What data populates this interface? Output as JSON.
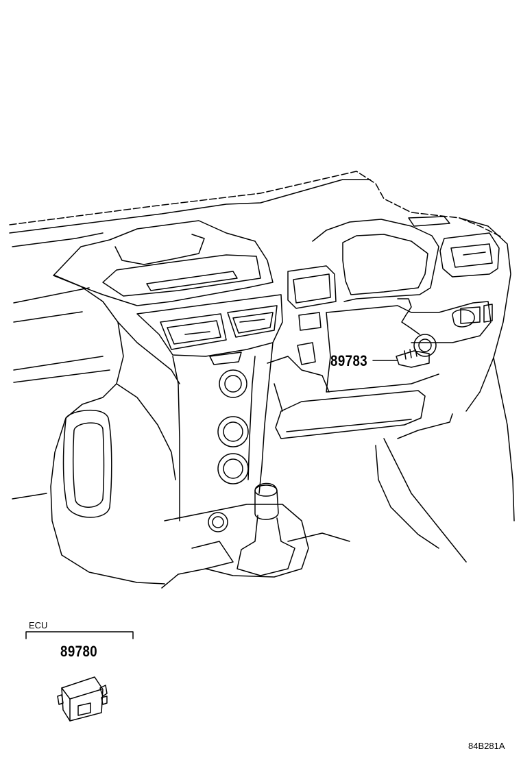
{
  "diagram": {
    "callouts": [
      {
        "part_number": "89783"
      },
      {
        "part_number": "89780"
      }
    ],
    "group_label": "ECU",
    "drawing_code": "84B281A"
  },
  "icons": {
    "dashboard": "dashboard-line-art-icon",
    "sensor": "immobiliser-coil-sensor-icon",
    "ecu": "ecu-module-icon"
  },
  "colors": {
    "line": "#000000",
    "background": "#ffffff"
  }
}
